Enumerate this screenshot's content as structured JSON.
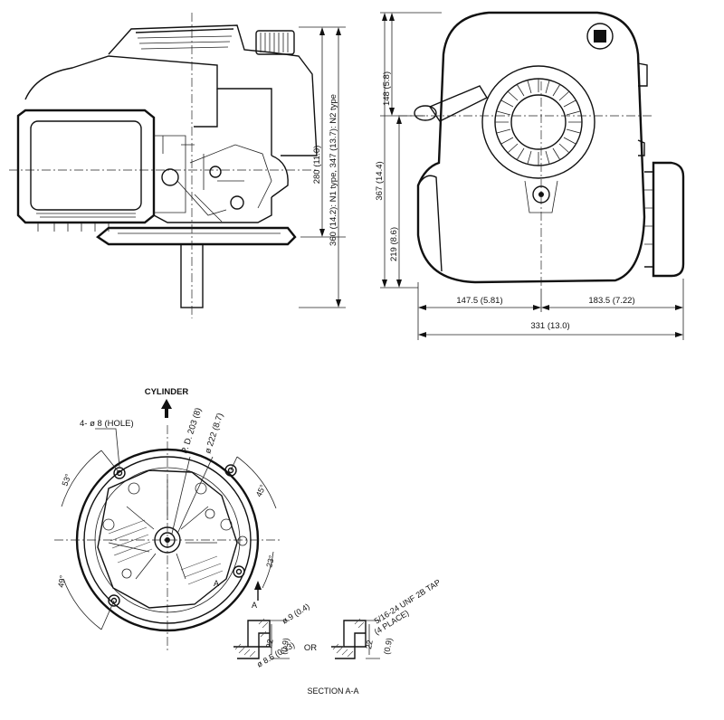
{
  "side_view": {
    "dim_280": "280 (11.0)",
    "dim_360": "360 (14.2): N1 type, 347 (13.7): N2 type"
  },
  "front_view": {
    "dim_148": "148 (5.8)",
    "dim_367": "367 (14.4)",
    "dim_219": "219 (8.6)",
    "dim_1475": "147.5 (5.81)",
    "dim_1835": "183.5 (7.22)",
    "dim_331": "331 (13.0)"
  },
  "flange": {
    "cylinder_label": "CYLINDER",
    "hole_label": "4- ø 8 (HOLE)",
    "pd_label": "P. D. 203 (8)",
    "dia_label": "ø 222 (8.7)",
    "angle_53": "53°",
    "angle_45": "45°",
    "angle_49": "49°",
    "angle_23": "23°",
    "section_marker": "A",
    "section_label": "SECTION A-A"
  },
  "section_detail": {
    "d9": "ø 9 (0.4)",
    "len22a": "22",
    "len09a": "(0.9)",
    "d85": "ø 8.5 (0.33)",
    "or_label": "OR",
    "tap_label": "5/16-24 UNF 2B TAP",
    "place_label": "(4 PLACE)",
    "len22b": "22",
    "len09b": "(0.9)"
  }
}
